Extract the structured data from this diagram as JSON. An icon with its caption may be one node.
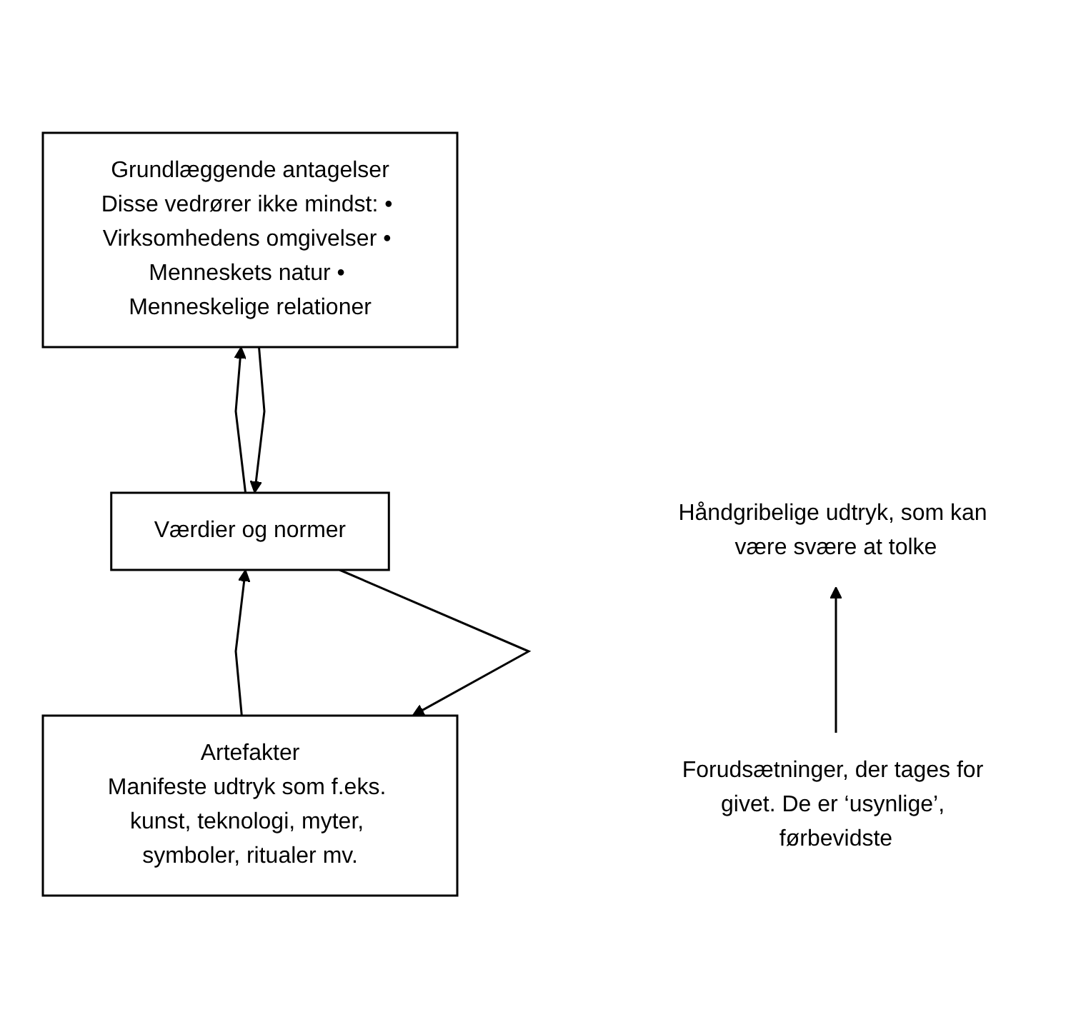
{
  "diagram": {
    "nodes": [
      {
        "text": [
          "Artefakter",
          "Manifeste udtryk som f.eks. kunst, teknologi, myter, symboler, ritualer mv."
        ]
      },
      {
        "text": [
          "Værdier og normer"
        ]
      },
      {
        "text": [
          "Grundlæggende antagelser",
          "Disse vedrører ikke mindst: • Virksomhedens omgivelser • Menneskets natur • Menneskelige relationer"
        ]
      },
      {
        "text": [
          "Håndgribelige udtryk, som kan være svære at tolke"
        ]
      },
      {
        "text": [
          "Forudsætninger, der tages for givet. De er ‘usynlige’, førbevidste"
        ]
      }
    ],
    "edges": [
      {
        "from": 1,
        "to": 0,
        "arrow": "to"
      },
      {
        "from": 0,
        "to": 1,
        "arrow": "to"
      },
      {
        "from": 2,
        "to": 1,
        "arrow": "to"
      },
      {
        "from": 1,
        "to": 2,
        "arrow": "to"
      },
      {
        "from": 4,
        "to": 3,
        "arrow": "to"
      }
    ]
  }
}
